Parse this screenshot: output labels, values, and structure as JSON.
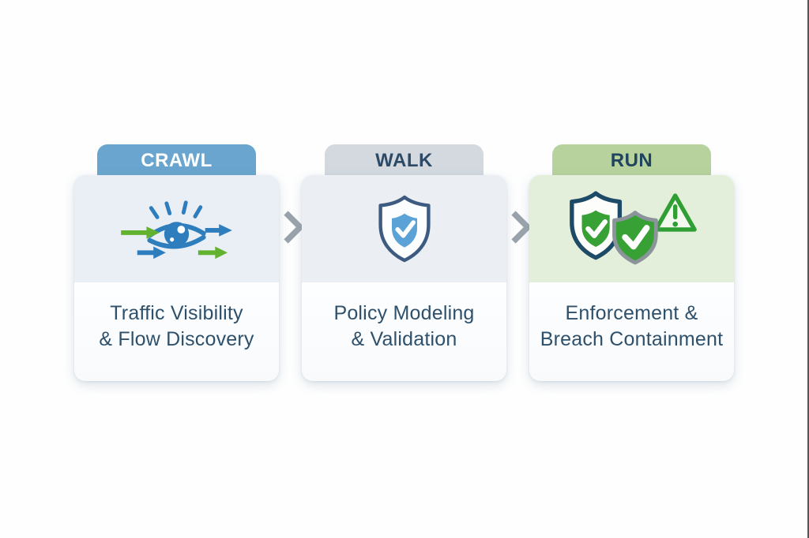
{
  "diagram": {
    "name": "crawl-walk-run-maturity-diagram",
    "background": "#fefefe",
    "right_edge_line_color": "#53575a"
  },
  "stages": [
    {
      "id": "crawl",
      "label": "CRAWL",
      "caption_line1": "Traffic Visibility",
      "caption_line2": "& Flow Discovery",
      "icon": "eye-traffic-flow-icon",
      "tab_bg": "#69a5ce",
      "tab_text_color": "#ffffff",
      "panel_bg": "#e9eff5"
    },
    {
      "id": "walk",
      "label": "WALK",
      "caption_line1": "Policy Modeling",
      "caption_line2": "& Validation",
      "icon": "shield-check-icon",
      "tab_bg": "#d3d9df",
      "tab_text_color": "#2c4a66",
      "panel_bg": "#ebeef2"
    },
    {
      "id": "run",
      "label": "RUN",
      "caption_line1": "Enforcement &",
      "caption_line2": "Breach Containment",
      "icon": "double-shield-check-alert-icon",
      "tab_bg": "#b7d29c",
      "tab_text_color": "#1f4460",
      "panel_bg": "#e4efdb"
    }
  ],
  "connectors": [
    {
      "glyph": "chevron-right",
      "color": "#9aa3ab"
    },
    {
      "glyph": "chevron-right",
      "color": "#9aa3ab"
    }
  ],
  "colors": {
    "caption_text": "#2e506b",
    "blue_accent": "#2e7dbd",
    "green_accent": "#63b22f",
    "navy_outline": "#1d4a66",
    "slate_outline": "#3d5a80",
    "gray_outline": "#8b949b",
    "shield_blue": "#5ba3d6",
    "shield_green": "#37a135",
    "alert_green": "#2f9e33"
  }
}
